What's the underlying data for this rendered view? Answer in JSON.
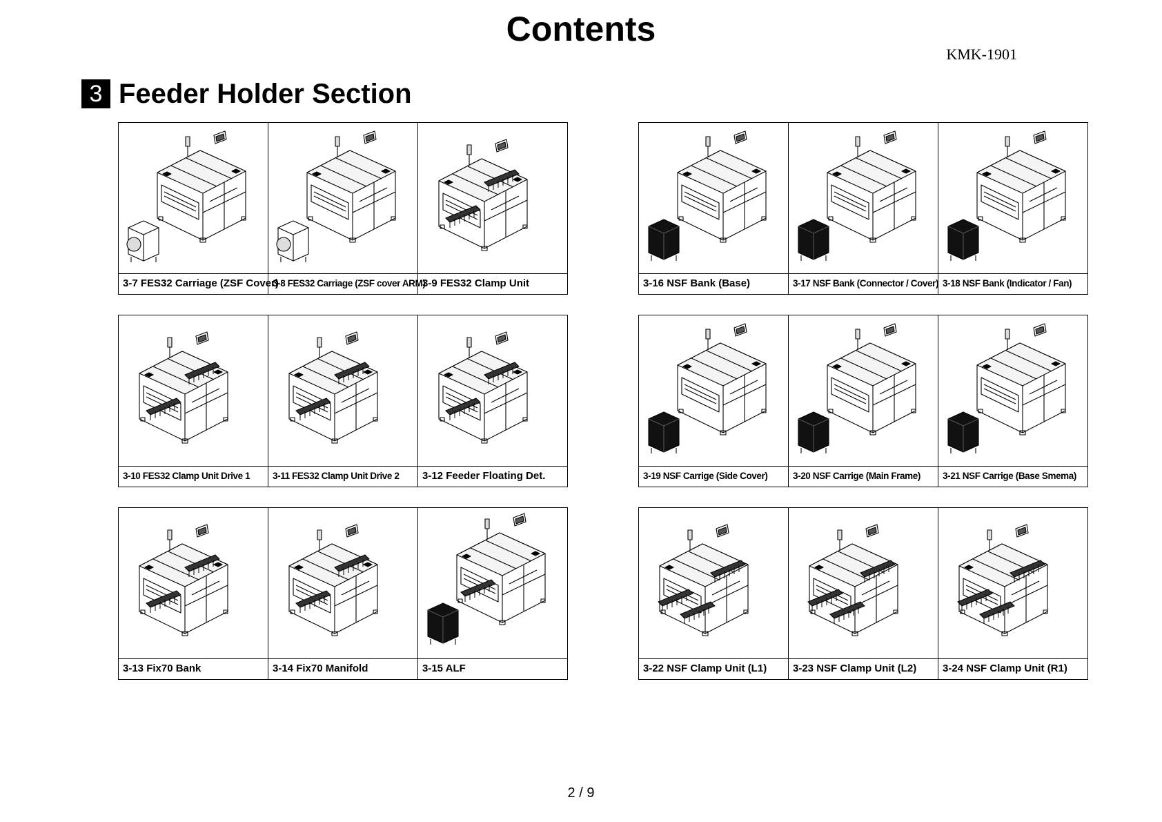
{
  "page": {
    "title": "Contents",
    "doc_number": "KMK-1901",
    "page_number": "2 / 9"
  },
  "section": {
    "number": "3",
    "title": "Feeder Holder Section"
  },
  "groups": [
    {
      "items": [
        {
          "label": "3-7 FES32 Carriage (ZSF Cover)",
          "icon": "machine-with-feeder-cart-icon"
        },
        {
          "label": "3-8 FES32 Carriage (ZSF cover ARM)",
          "icon": "machine-with-feeder-cart-icon"
        },
        {
          "label": "3-9 FES32 Clamp Unit",
          "icon": "machine-clamp-unit-icon"
        }
      ]
    },
    {
      "items": [
        {
          "label": "3-16 NSF Bank (Base)",
          "icon": "machine-with-nsf-bank-icon"
        },
        {
          "label": "3-17 NSF Bank (Connector / Cover)",
          "icon": "machine-with-nsf-bank-icon"
        },
        {
          "label": "3-18 NSF Bank (Indicator / Fan)",
          "icon": "machine-with-nsf-bank-icon"
        }
      ]
    },
    {
      "items": [
        {
          "label": "3-10 FES32 Clamp Unit Drive 1",
          "icon": "machine-clamp-unit-icon"
        },
        {
          "label": "3-11 FES32 Clamp Unit Drive 2",
          "icon": "machine-clamp-unit-icon"
        },
        {
          "label": "3-12 Feeder Floating Det.",
          "icon": "machine-clamp-unit-icon"
        }
      ]
    },
    {
      "items": [
        {
          "label": "3-19 NSF Carrige (Side Cover)",
          "icon": "machine-with-nsf-bank-icon"
        },
        {
          "label": "3-20 NSF Carrige (Main Frame)",
          "icon": "machine-with-nsf-bank-icon"
        },
        {
          "label": "3-21 NSF Carrige (Base Smema)",
          "icon": "machine-with-nsf-bank-icon"
        }
      ]
    },
    {
      "items": [
        {
          "label": "3-13 Fix70 Bank",
          "icon": "machine-clamp-unit-icon"
        },
        {
          "label": "3-14 Fix70 Manifold",
          "icon": "machine-clamp-unit-icon"
        },
        {
          "label": "3-15 ALF",
          "icon": "machine-with-alf-unit-icon"
        }
      ]
    },
    {
      "items": [
        {
          "label": "3-22 NSF Clamp Unit (L1)",
          "icon": "machine-nsf-clamp-icon"
        },
        {
          "label": "3-23 NSF Clamp Unit (L2)",
          "icon": "machine-nsf-clamp-icon"
        },
        {
          "label": "3-24 NSF Clamp Unit (R1)",
          "icon": "machine-nsf-clamp-icon"
        }
      ]
    }
  ]
}
